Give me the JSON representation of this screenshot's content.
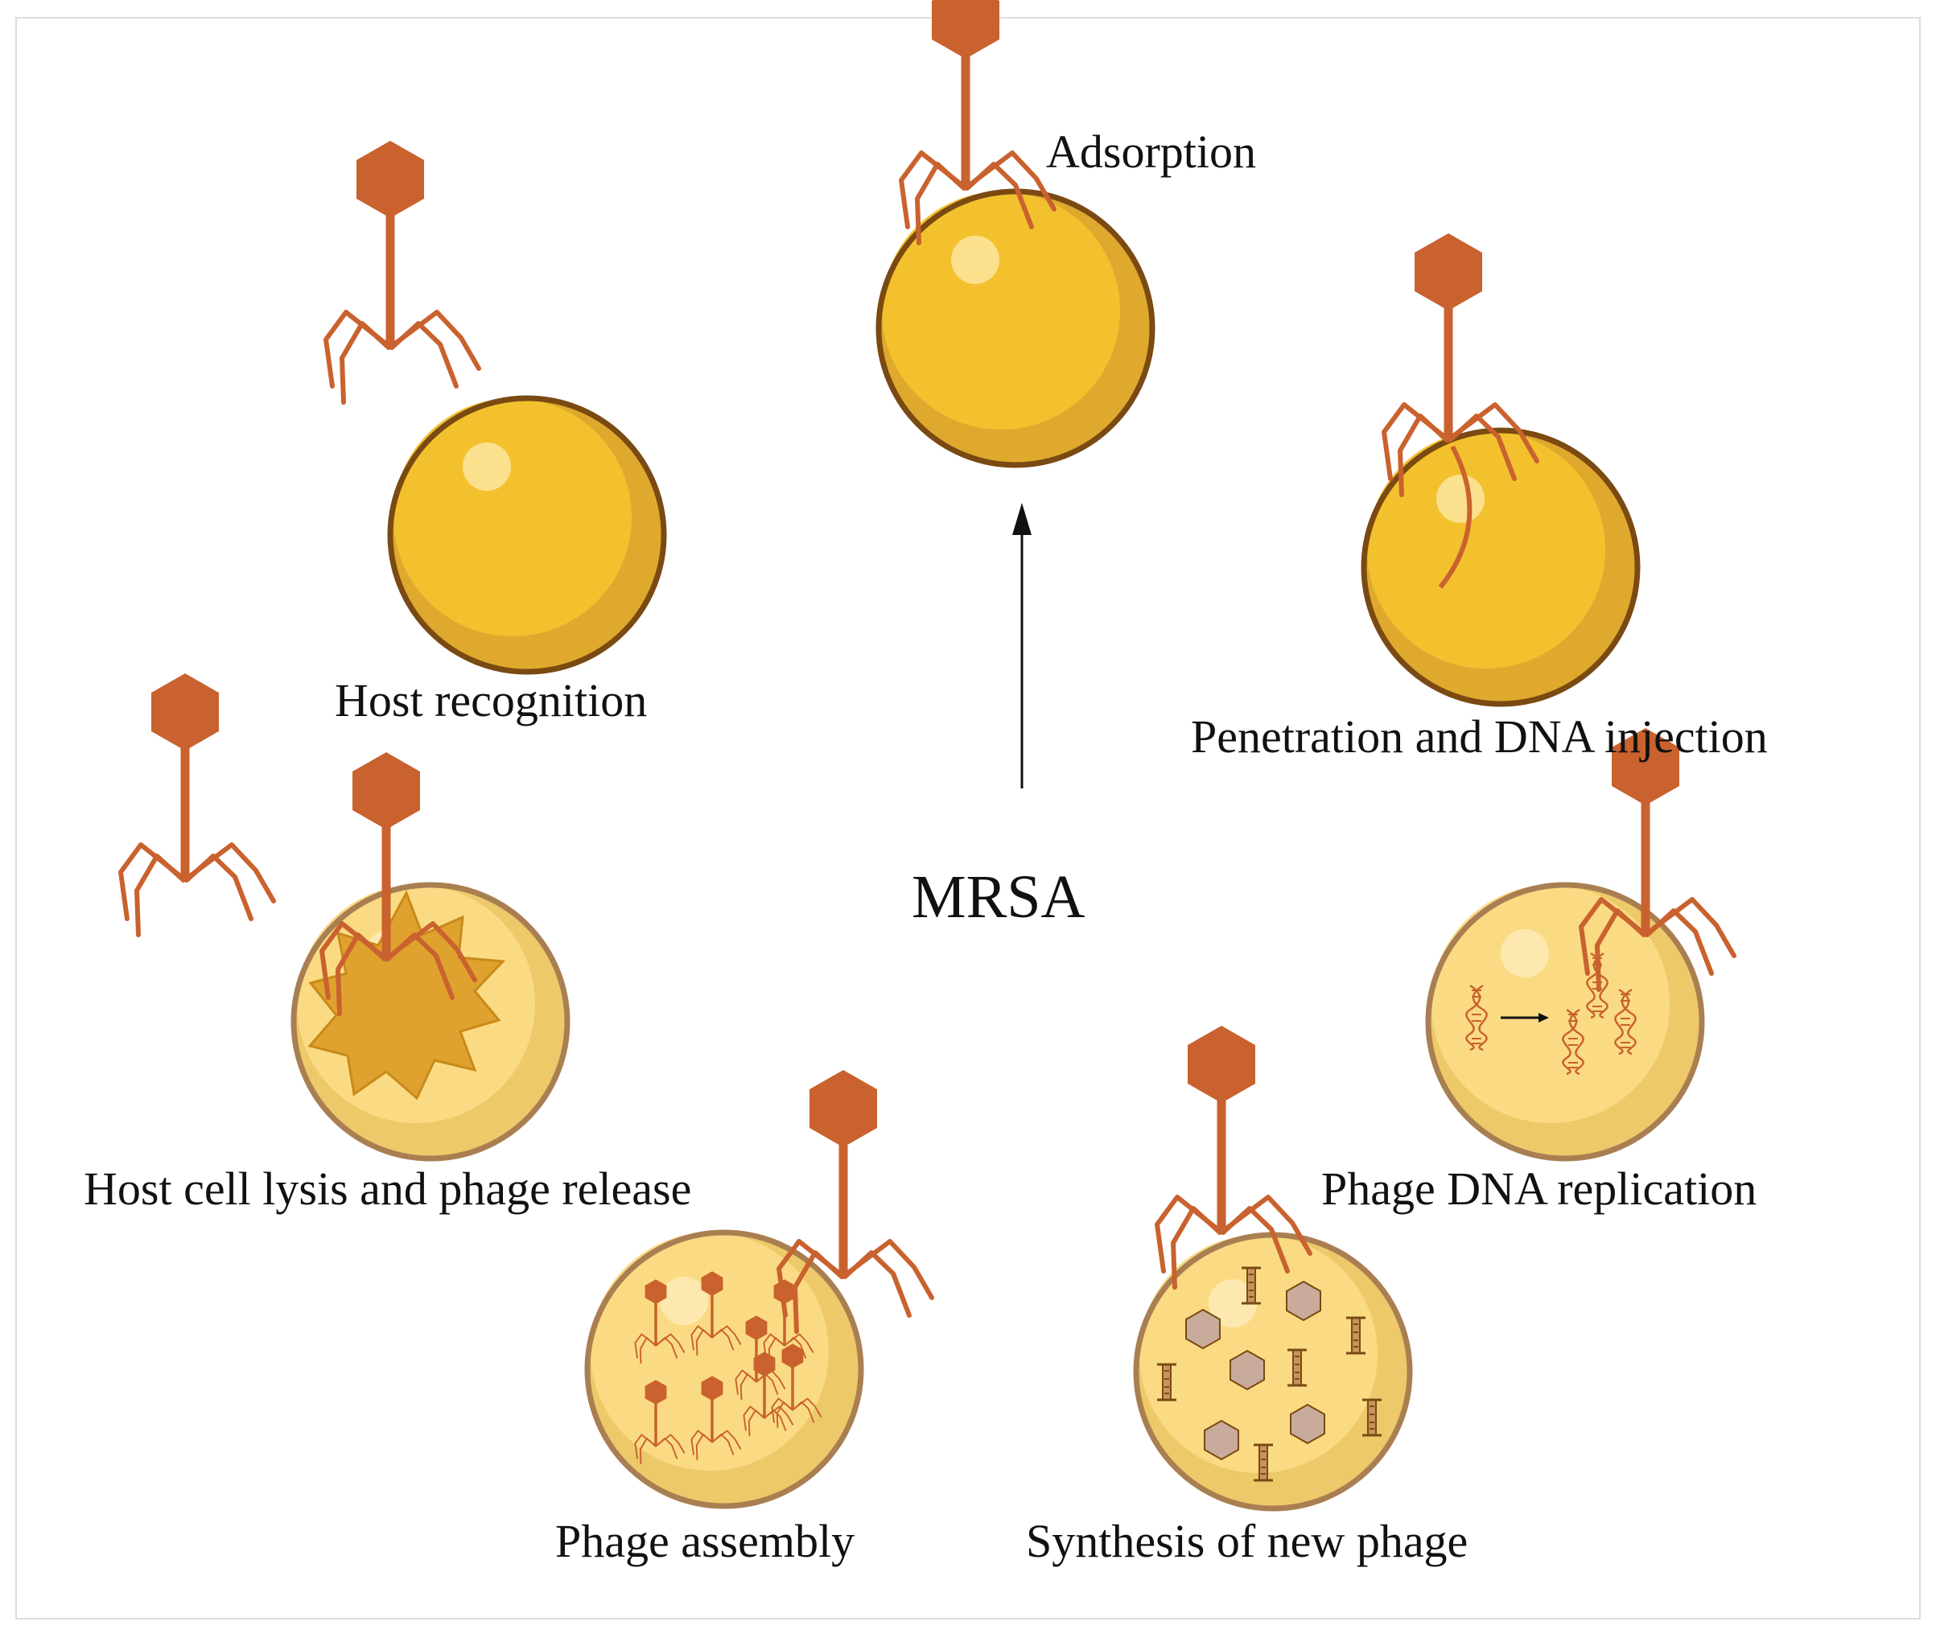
{
  "center_label": "MRSA",
  "stages": [
    {
      "id": "adsorption",
      "label": "Adsorption"
    },
    {
      "id": "penetration",
      "label": "Penetration and DNA injection"
    },
    {
      "id": "replication",
      "label": "Phage DNA replication"
    },
    {
      "id": "synthesis",
      "label": "Synthesis of new phage"
    },
    {
      "id": "assembly",
      "label": "Phage assembly"
    },
    {
      "id": "lysis",
      "label": "Host cell lysis and phage release"
    },
    {
      "id": "recognition",
      "label": "Host recognition"
    }
  ],
  "colors": {
    "phage": "#c9622e",
    "cell_fill": "#f4c12e",
    "cell_shade": "#dfa92e",
    "cell_outline": "#7a4a12",
    "infected_cell_fill": "#fadb84",
    "infected_cell_shade": "#eec96a",
    "infected_outline": "#a97f52",
    "capsid_gray": "#c9ab9b",
    "arrow": "#111111"
  },
  "icons": [
    "bacteriophage-icon",
    "bacterium-cell-icon",
    "dna-helix-icon",
    "arrow-up-icon"
  ]
}
